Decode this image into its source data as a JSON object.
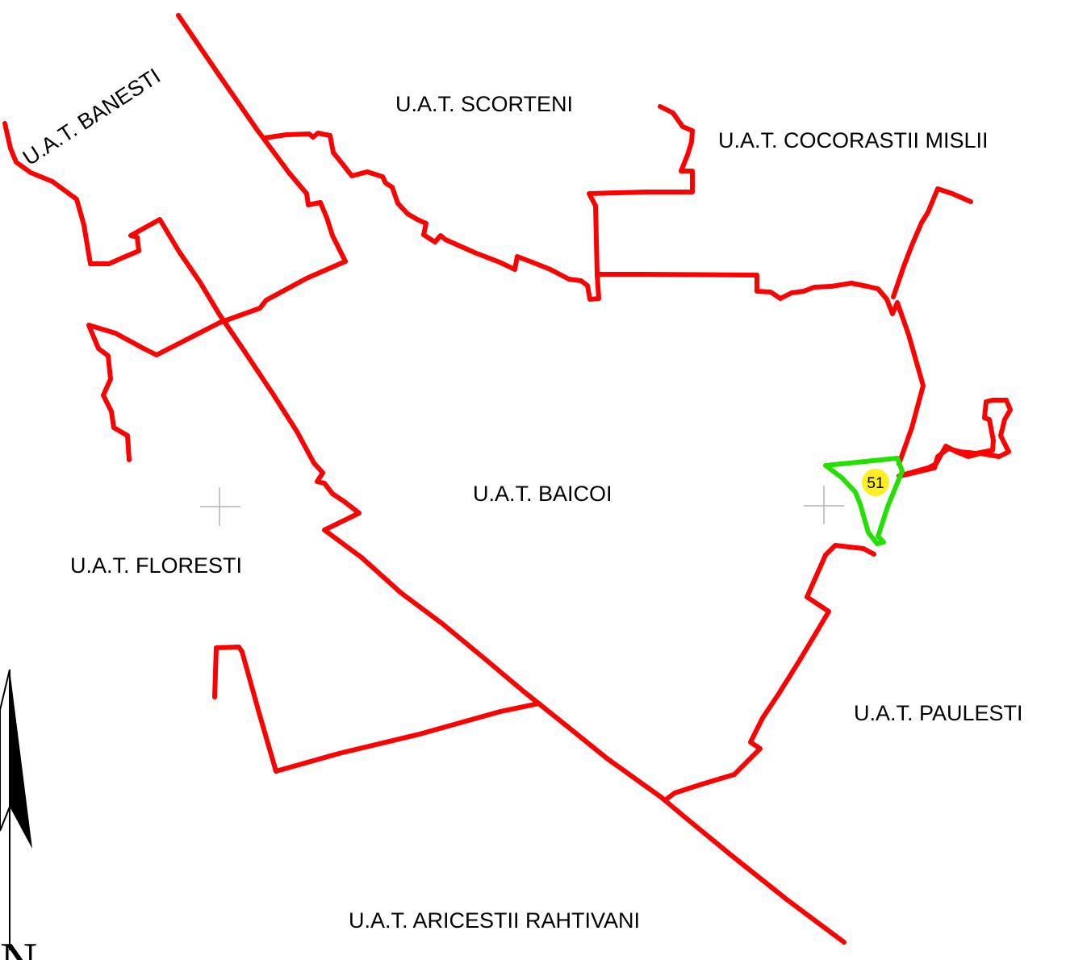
{
  "labels": {
    "banesti": "U.A.T. BANESTI",
    "scorteni": "U.A.T. SCORTENI",
    "cocorastii": "U.A.T. COCORASTII MISLII",
    "baicoi": "U.A.T. BAICOI",
    "floresti": "U.A.T. FLORESTI",
    "paulesti": "U.A.T. PAULESTI",
    "aricestii": "U.A.T. ARICESTII RAHTIVANI"
  },
  "parcel": {
    "id": "51"
  },
  "north_arrow": {
    "letter": "N"
  },
  "colors": {
    "boundary": "#ff0000",
    "parcel_outline": "#22e000",
    "parcel_marker": "#ffee22",
    "background": "#ffffff"
  }
}
